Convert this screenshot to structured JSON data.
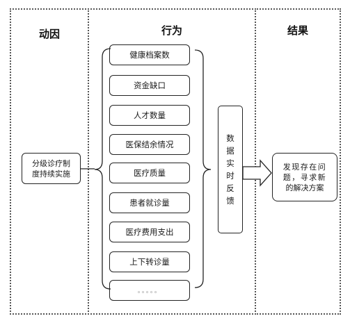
{
  "panels": {
    "cause": {
      "title": "动因"
    },
    "behavior": {
      "title": "行为"
    },
    "result": {
      "title": "结果"
    }
  },
  "cause_box": {
    "line1": "分级诊疗制",
    "line2": "度持续实施"
  },
  "behavior_items": [
    "健康档案数",
    "资金缺口",
    "人才数量",
    "医保结余情况",
    "医疗质量",
    "患者就诊量",
    "医疗费用支出",
    "上下转诊量",
    "。。。。。"
  ],
  "feedback_box": {
    "chars": [
      "数",
      "据",
      "实",
      "时",
      "反",
      "馈"
    ]
  },
  "result_box": {
    "line1": "发现存在问",
    "line2": "题，寻求新",
    "line3": "的解决方案"
  }
}
